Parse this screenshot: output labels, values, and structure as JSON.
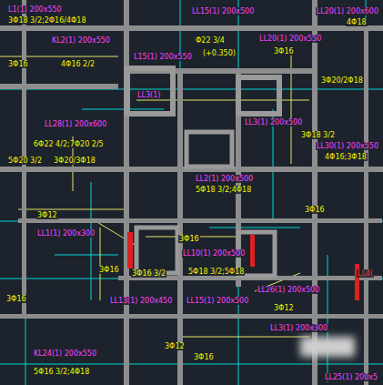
{
  "diagram": {
    "labels": [
      "L1(1) 200x550",
      "3Φ18 3/2;2Φ16/4Φ18",
      "3Φ16",
      "4Φ16 2/2",
      "KL2(1) 200x550",
      "L15(1) 200x550",
      "LL15(1) 200x500",
      "Φ22 3/4",
      "(+0.350)",
      "LL20(1) 200x550",
      "3Φ16",
      "LL20(1) 200x600",
      "4Φ18",
      "3Φ20/2Φ18",
      "LL28(1) 200x600",
      "6Φ22 4/2;7Φ20 2/5",
      "5Φ20 3/2",
      "3Φ20/3Φ18",
      "LL3(1)",
      "LL3(1) 200x500",
      "3Φ18 3/2",
      "LL30(1) 200x550",
      "4Φ16;3Φ18",
      "LL2(1) 200x500",
      "5Φ18 3/2;4Φ18",
      "LL1(1) 200x300",
      "3Φ16",
      "3Φ16 3/2",
      "5Φ18 3/2;5Φ18",
      "LL10(1) 200x500",
      "3Φ12",
      "3Φ12",
      "3Φ16",
      "LL13(1) 200x450",
      "LL15(1) 200x500",
      "LL26(1) 200x500",
      "LL3(1) 200x300",
      "KL24(1) 200x550",
      "5Φ16 3/2;4Φ18",
      "3Φ16",
      "3Φ12",
      "LL25(1) 200x5",
      "3Φ16",
      "3Φ16",
      "LL4("
    ]
  }
}
